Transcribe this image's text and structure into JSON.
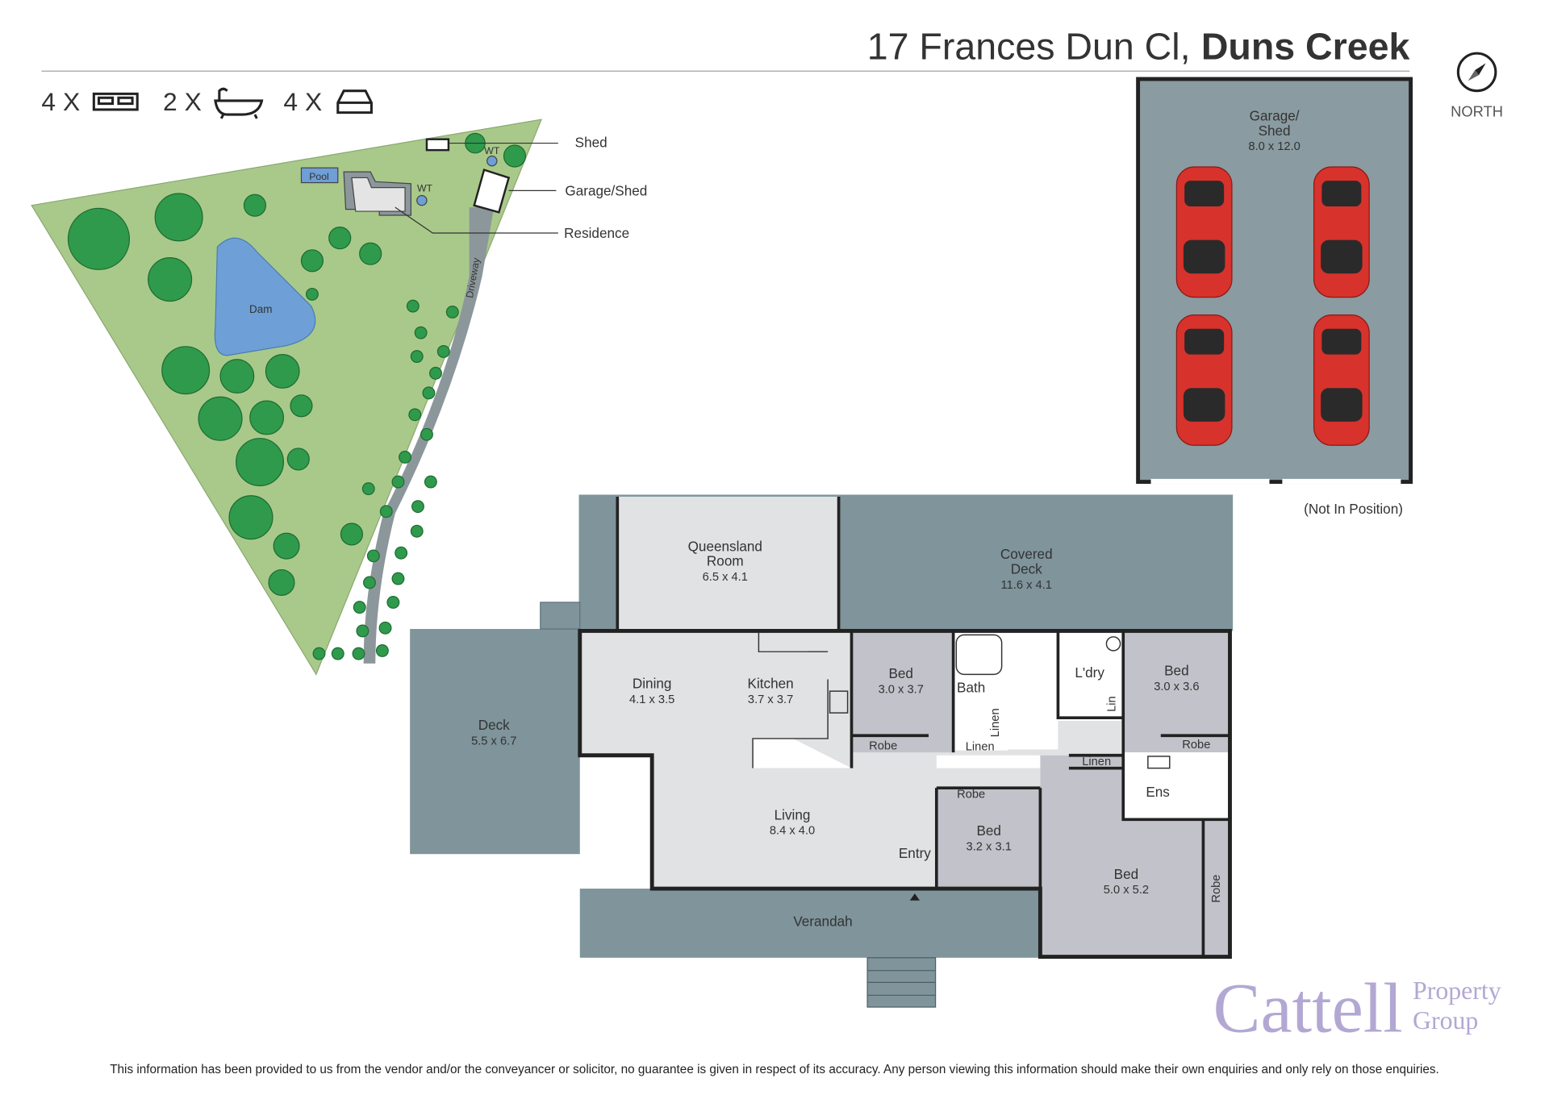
{
  "header": {
    "address_street": "17 Frances Dun Cl,",
    "address_suburb": "Duns Creek",
    "north_label": "NORTH"
  },
  "features": [
    {
      "count": "4 X",
      "icon": "bed-icon"
    },
    {
      "count": "2 X",
      "icon": "bath-icon"
    },
    {
      "count": "4 X",
      "icon": "car-icon"
    }
  ],
  "site_plan": {
    "labels": {
      "shed": "Shed",
      "garage": "Garage/Shed",
      "residence": "Residence",
      "pool": "Pool",
      "wt": "WT",
      "dam": "Dam",
      "driveway": "Driveway"
    }
  },
  "garage": {
    "name_line1": "Garage/",
    "name_line2": "Shed",
    "dims": "8.0 x 12.0",
    "note": "(Not In Position)",
    "cars": 4
  },
  "rooms": {
    "queensland": {
      "name1": "Queensland",
      "name2": "Room",
      "dims": "6.5 x 4.1"
    },
    "covered_deck": {
      "name1": "Covered",
      "name2": "Deck",
      "dims": "11.6 x 4.1"
    },
    "deck": {
      "name": "Deck",
      "dims": "5.5 x 6.7"
    },
    "dining": {
      "name": "Dining",
      "dims": "4.1 x 3.5"
    },
    "kitchen": {
      "name": "Kitchen",
      "dims": "3.7 x 3.7"
    },
    "bed1": {
      "name": "Bed",
      "dims": "3.0 x 3.7"
    },
    "bath": {
      "name": "Bath"
    },
    "linen1": {
      "name": "Linen"
    },
    "linen2": {
      "name": "Linen"
    },
    "linen3": {
      "name": "Linen"
    },
    "laundry": {
      "name": "L'dry"
    },
    "lin": {
      "name": "Lin"
    },
    "bed2": {
      "name": "Bed",
      "dims": "3.0 x 3.6"
    },
    "robe1": {
      "name": "Robe"
    },
    "robe2": {
      "name": "Robe"
    },
    "robe3": {
      "name": "Robe"
    },
    "robe4": {
      "name": "Robe"
    },
    "ens": {
      "name": "Ens"
    },
    "living": {
      "name": "Living",
      "dims": "8.4 x 4.0"
    },
    "bed3": {
      "name": "Bed",
      "dims": "3.2 x 3.1"
    },
    "entry": {
      "name": "Entry"
    },
    "bed4": {
      "name": "Bed",
      "dims": "5.0 x 5.2"
    },
    "verandah": {
      "name": "Verandah"
    }
  },
  "logo": {
    "name": "Cattell",
    "sub1": "Property",
    "sub2": "Group",
    "color": "#b3a8d3"
  },
  "footer": {
    "disclaimer": "This information has been provided to us from the vendor and/or the conveyancer or solicitor, no guarantee is given in respect of its accuracy. Any person viewing this information should make their own enquiries and only rely on those enquiries."
  },
  "colors": {
    "deck": "#7f949b",
    "room": "#e1e2e4",
    "bed": "#c2c3ca",
    "grass": "#a9c98a",
    "dam": "#6e9fd6",
    "tree": "#2f9a4b",
    "car": "#d8322c"
  }
}
